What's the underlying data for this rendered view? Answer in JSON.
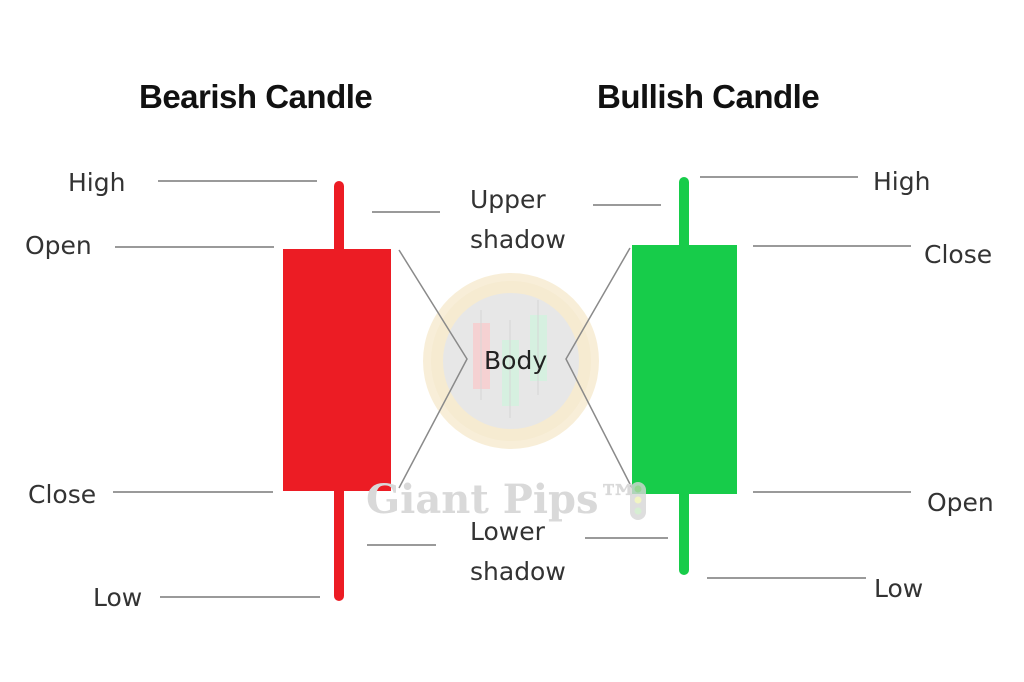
{
  "titles": {
    "bearish": "Bearish Candle",
    "bullish": "Bullish Candle"
  },
  "bearish": {
    "labels": {
      "high": "High",
      "open": "Open",
      "close": "Close",
      "low": "Low"
    },
    "color": "#ec1c24"
  },
  "bullish": {
    "labels": {
      "high": "High",
      "close": "Close",
      "open": "Open",
      "low": "Low"
    },
    "color": "#17cc4a"
  },
  "center": {
    "upper_shadow_line1": "Upper",
    "upper_shadow_line2": "shadow",
    "body": "Body",
    "lower_shadow_line1": "Lower",
    "lower_shadow_line2": "shadow"
  },
  "watermark": {
    "text": "Giant Pips™"
  },
  "colors": {
    "leader_line": "#9a9a9a",
    "text": "#333333",
    "title": "#111111"
  }
}
